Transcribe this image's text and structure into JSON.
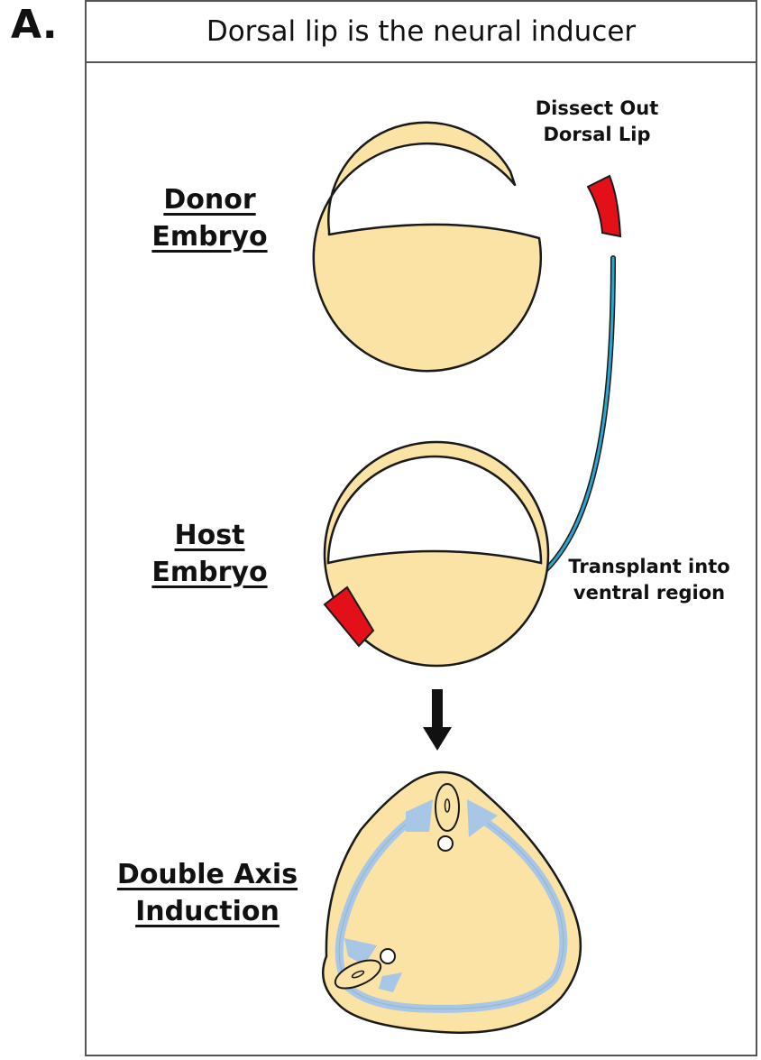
{
  "panel": {
    "letter": "A."
  },
  "title": "Dorsal lip is the neural inducer",
  "labels": {
    "donor": [
      "Donor",
      "Embryo"
    ],
    "host": [
      "Host",
      "Embryo"
    ],
    "double_axis": [
      "Double Axis",
      "Induction"
    ]
  },
  "annotations": {
    "dissect": [
      "Dissect Out",
      "Dorsal Lip"
    ],
    "transplant": [
      "Transplant into",
      "ventral region"
    ]
  },
  "colors": {
    "yolk": "#fbe3a6",
    "outline": "#1a1a1a",
    "dorsal_lip": "#e3101a",
    "transplant_arrow": "#2aa7cf",
    "neural_tissue": "#a8c7e6",
    "frame": "#555555"
  }
}
